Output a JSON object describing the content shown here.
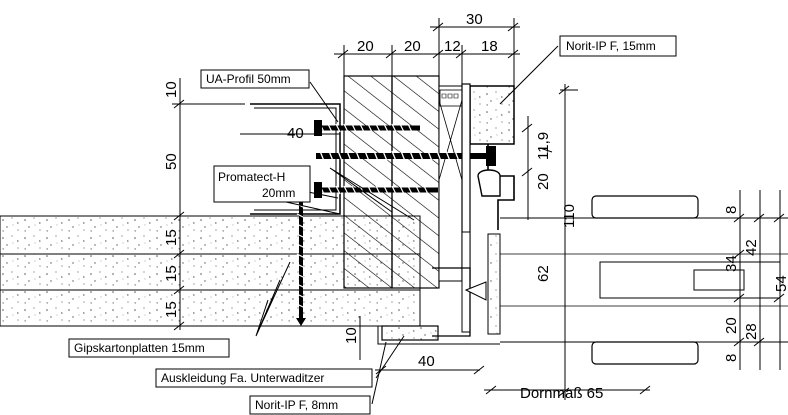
{
  "labels": {
    "norit_ip_f_15": "Norit-IP F, 15mm",
    "ua_profil": "UA-Profil 50mm",
    "promatect_line1": "Promatect-H",
    "promatect_line2": "20mm",
    "gipskarton": "Gipskartonplatten 15mm",
    "auskleidung": "Auskleidung Fa. Unterwaditzer",
    "norit_ip_f_8": "Norit-IP F, 8mm",
    "dornmass": "Dornmaß 65"
  },
  "dims": {
    "top_30": "30",
    "top_20a": "20",
    "top_20b": "20",
    "top_12": "12",
    "top_18": "18",
    "v_10_top": "10",
    "v_50": "50",
    "h_40_top": "40",
    "v_15a": "15",
    "v_15b": "15",
    "v_15c": "15",
    "v_10_bottom": "10",
    "h_40_bottom": "40",
    "v_11_9": "11,9",
    "v_20_mid": "20",
    "v_110": "110",
    "v_62": "62",
    "r_8a": "8",
    "r_34": "34",
    "r_42": "42",
    "r_54": "54",
    "r_20": "20",
    "r_28": "28",
    "r_8b": "8"
  },
  "colors": {
    "line": "#000000",
    "background": "#ffffff"
  }
}
